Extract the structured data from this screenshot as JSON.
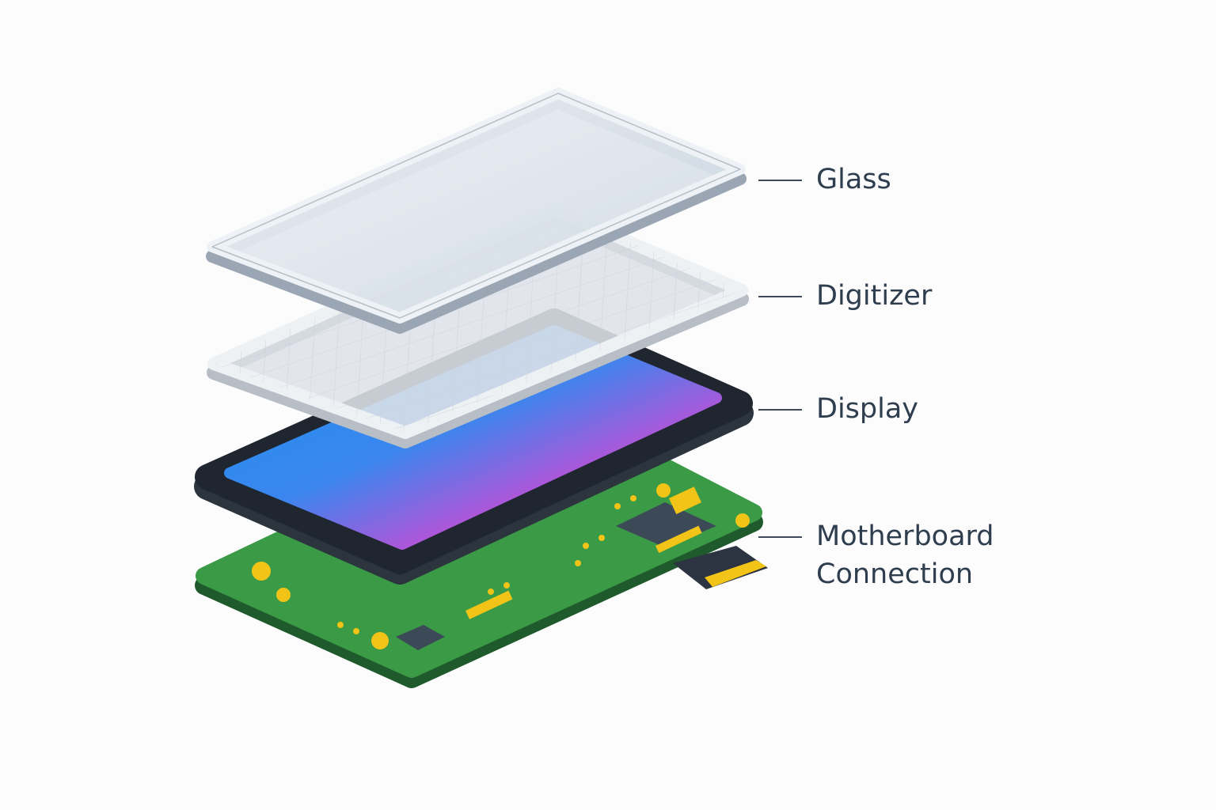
{
  "diagram": {
    "layers": [
      {
        "id": "glass",
        "label": "Glass"
      },
      {
        "id": "digitizer",
        "label": "Digitizer"
      },
      {
        "id": "display",
        "label": "Display"
      },
      {
        "id": "motherboard",
        "label_line1": "Motherboard",
        "label_line2": "Connection"
      }
    ],
    "colors": {
      "pcb": "#3a9a45",
      "pcb_edge": "#1f5a2c",
      "pads": "#f2c417",
      "bezel": "#1f2630",
      "screen_gradient": [
        "#1e90f0",
        "#6a6ee8",
        "#e63fb8",
        "#ff6a70"
      ],
      "label_text": "#2f3e4f"
    }
  }
}
